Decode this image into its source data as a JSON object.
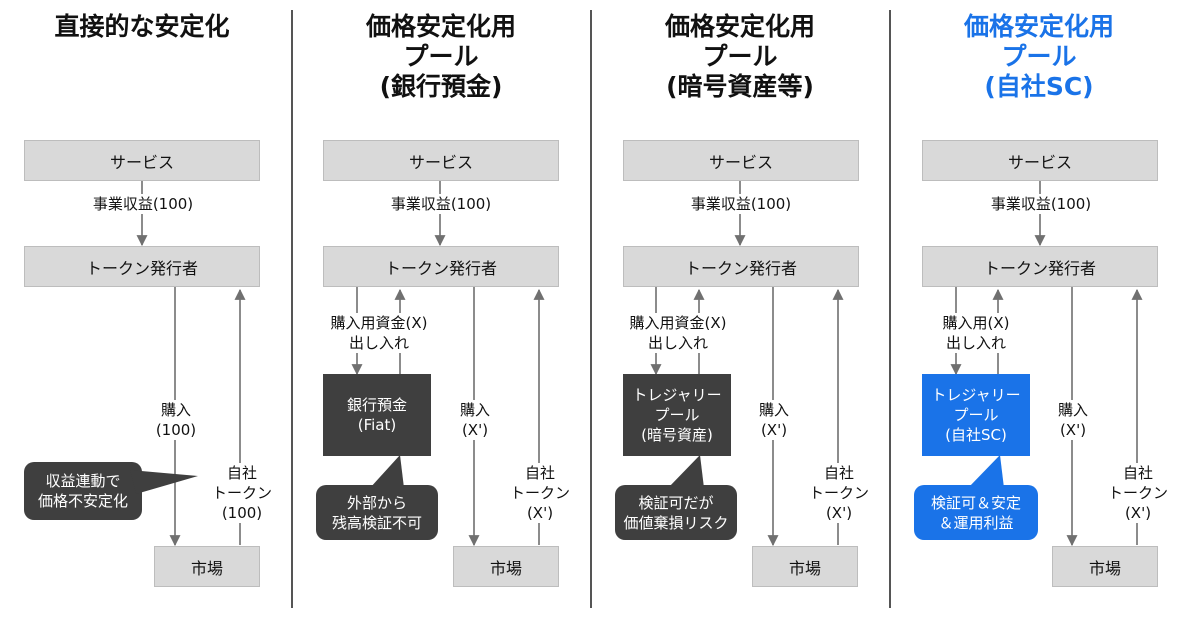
{
  "columns": [
    {
      "title": "直接的な安定化",
      "service": "サービス",
      "revenue": "事業収益(100)",
      "issuer": "トークン発行者",
      "buy": "購入\n(100)",
      "own_token": "自社\nトークン\n(100)",
      "market": "市場",
      "note": "収益連動で\n価格不安定化"
    },
    {
      "title": "価格安定化用\nプール\n(銀行預金)",
      "service": "サービス",
      "revenue": "事業収益(100)",
      "issuer": "トークン発行者",
      "pool_flow": "購入用資金(X)\n出し入れ",
      "pool": "銀行預金\n(Fiat)",
      "buy": "購入\n(X')",
      "own_token": "自社\nトークン\n(X')",
      "market": "市場",
      "note": "外部から\n残高検証不可"
    },
    {
      "title": "価格安定化用\nプール\n(暗号資産等)",
      "service": "サービス",
      "revenue": "事業収益(100)",
      "issuer": "トークン発行者",
      "pool_flow": "購入用資金(X)\n出し入れ",
      "pool": "トレジャリー\nプール\n(暗号資産)",
      "buy": "購入\n(X')",
      "own_token": "自社\nトークン\n(X')",
      "market": "市場",
      "note": "検証可だが\n価値棄損リスク"
    },
    {
      "title": "価格安定化用\nプール\n(自社SC)",
      "service": "サービス",
      "revenue": "事業収益(100)",
      "issuer": "トークン発行者",
      "pool_flow": "購入用(X)\n出し入れ",
      "pool": "トレジャリー\nプール\n(自社SC)",
      "buy": "購入\n(X')",
      "own_token": "自社\nトークン\n(X')",
      "market": "市場",
      "note": "検証可＆安定\n＆運用利益"
    }
  ],
  "colors": {
    "highlight_blue": "#1a73e8",
    "dark_box": "#3f3f3f",
    "light_box": "#d9d9d9",
    "arrow": "#707070"
  }
}
